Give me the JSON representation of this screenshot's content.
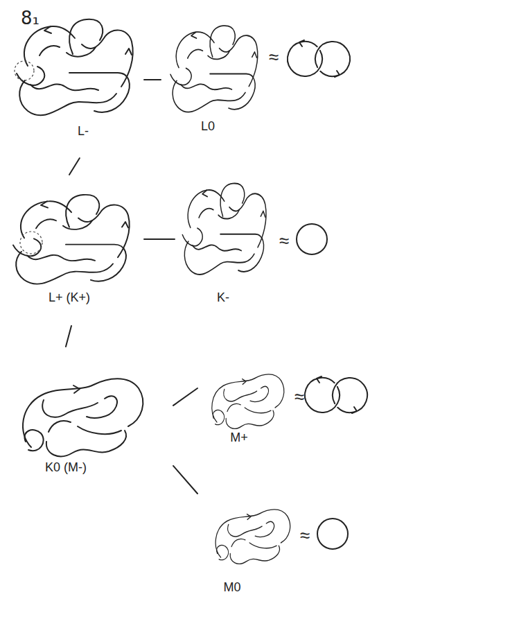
{
  "diagram": {
    "title": "8₁",
    "nodes": [
      {
        "text": [
          "L-"
        ]
      },
      {
        "text": [
          "L0"
        ]
      },
      {
        "text": [
          "L+ (K+)"
        ]
      },
      {
        "text": [
          "K-"
        ]
      },
      {
        "text": [
          "K0 (M-)"
        ]
      },
      {
        "text": [
          "M+"
        ]
      },
      {
        "text": [
          "M0"
        ]
      }
    ],
    "edges": [
      {
        "from": 0,
        "to": 1,
        "arrow": "none"
      },
      {
        "from": 0,
        "to": 2,
        "arrow": "none"
      },
      {
        "from": 2,
        "to": 3,
        "arrow": "none"
      },
      {
        "from": 2,
        "to": 4,
        "arrow": "none"
      },
      {
        "from": 4,
        "to": 5,
        "arrow": "none"
      },
      {
        "from": 4,
        "to": 6,
        "arrow": "none"
      }
    ],
    "labels": [
      "≈",
      "≈",
      "≈",
      "≈"
    ]
  }
}
